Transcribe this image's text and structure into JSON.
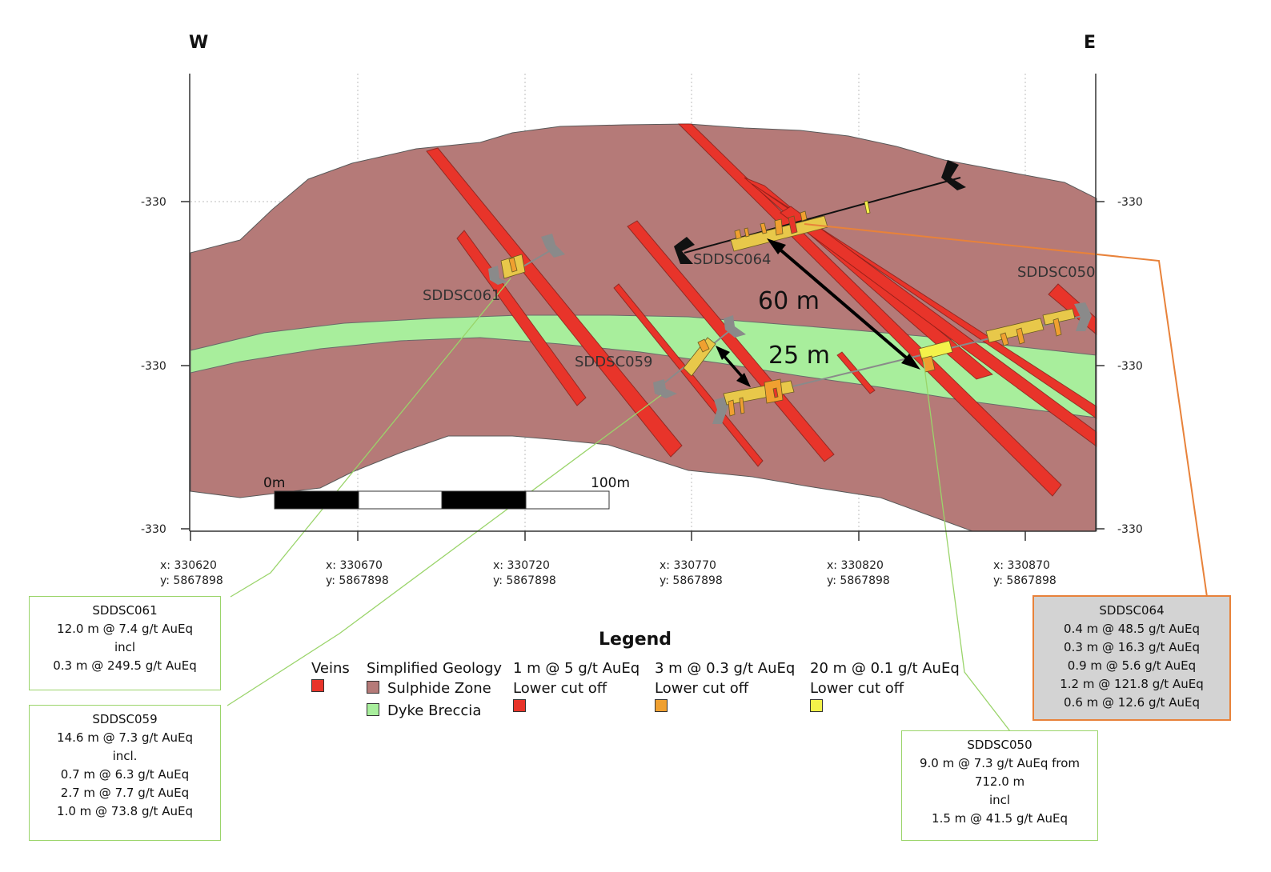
{
  "compass": {
    "west": "W",
    "east": "E"
  },
  "elevation_ticks": [
    "-330",
    "-330",
    "-330"
  ],
  "coordinates": [
    {
      "x": "x: 330620",
      "y": "y: 5867898"
    },
    {
      "x": "x: 330670",
      "y": "y: 5867898"
    },
    {
      "x": "x: 330720",
      "y": "y: 5867898"
    },
    {
      "x": "x: 330770",
      "y": "y: 5867898"
    },
    {
      "x": "x: 330820",
      "y": "y: 5867898"
    },
    {
      "x": "x: 330870",
      "y": "y: 5867898"
    }
  ],
  "drillholes": [
    "SDDSC061",
    "SDDSC059",
    "SDDSC064",
    "SDDSC050"
  ],
  "distances": [
    "60 m",
    "25 m"
  ],
  "scale_bar": {
    "start": "0m",
    "end": "100m"
  },
  "intercepts": [
    {
      "hole": "SDDSC061",
      "lines": [
        "12.0 m @ 7.4 g/t AuEq",
        "incl",
        "0.3 m @ 249.5 g/t AuEq"
      ]
    },
    {
      "hole": "SDDSC059",
      "lines": [
        "14.6 m @ 7.3 g/t AuEq",
        "incl.",
        "0.7 m @ 6.3 g/t AuEq",
        "2.7 m @ 7.7 g/t AuEq",
        "1.0 m @ 73.8 g/t AuEq"
      ]
    },
    {
      "hole": "SDDSC064",
      "lines": [
        "0.4 m @ 48.5 g/t AuEq",
        "0.3 m @ 16.3 g/t AuEq",
        "0.9 m @ 5.6 g/t AuEq",
        "1.2 m @ 121.8 g/t AuEq",
        "0.6 m @ 12.6 g/t AuEq"
      ]
    },
    {
      "hole": "SDDSC050",
      "lines": [
        "9.0 m @ 7.3 g/t AuEq from",
        "712.0 m",
        "incl",
        "1.5 m @ 41.5 g/t AuEq"
      ]
    }
  ],
  "legend": {
    "title": "Legend",
    "veins": "Veins",
    "geology_title": "Simplified Geology",
    "sulphide": "Sulphide Zone",
    "dyke": "Dyke Breccia",
    "cut1_grade": "1 m @ 5 g/t AuEq",
    "cut2_grade": "3 m @ 0.3 g/t AuEq",
    "cut3_grade": "20 m @ 0.1 g/t AuEq",
    "lower_cut_off": "Lower cut off"
  },
  "colors": {
    "vein": "#e8342a",
    "sulphide": "#b57a78",
    "dyke": "#a8ee9c",
    "grade_high": "#e8342a",
    "grade_mid": "#f0a030",
    "grade_low": "#f4f24a",
    "leader": "#9ad46a",
    "highlight_border": "#e8823a"
  }
}
